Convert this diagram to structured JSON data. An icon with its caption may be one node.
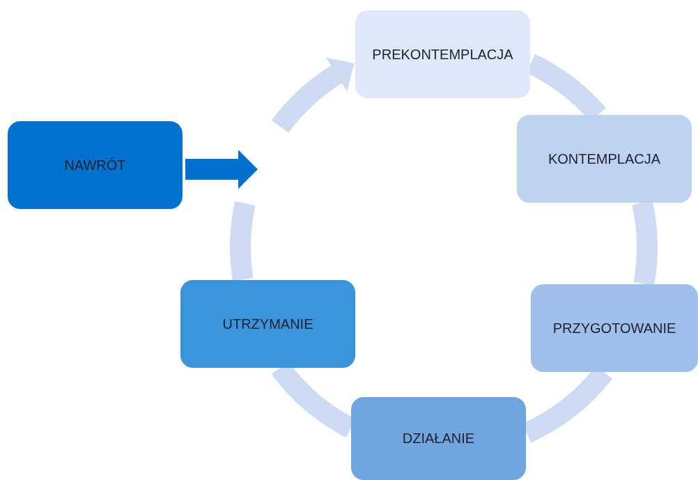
{
  "diagram": {
    "nodes": [
      {
        "text": [
          "PREKONTEMPLACJA"
        ]
      },
      {
        "text": [
          "KONTEMPLACJA"
        ]
      },
      {
        "text": [
          "PRZYGOTOWANIE"
        ]
      },
      {
        "text": [
          "DZIAŁANIE"
        ]
      },
      {
        "text": [
          "UTRZYMANIE"
        ]
      },
      {
        "text": [
          "NAWRÓT"
        ]
      }
    ],
    "edges": [
      {
        "from": 0,
        "to": 1,
        "arrow": "none"
      },
      {
        "from": 1,
        "to": 2,
        "arrow": "none"
      },
      {
        "from": 2,
        "to": 3,
        "arrow": "none"
      },
      {
        "from": 3,
        "to": 4,
        "arrow": "none"
      },
      {
        "from": 4,
        "to": null,
        "arrow": "none"
      },
      {
        "from": null,
        "to": 0,
        "arrow": "to"
      },
      {
        "from": 5,
        "to": null,
        "arrow": "to",
        "color": "#0070cd"
      }
    ]
  }
}
